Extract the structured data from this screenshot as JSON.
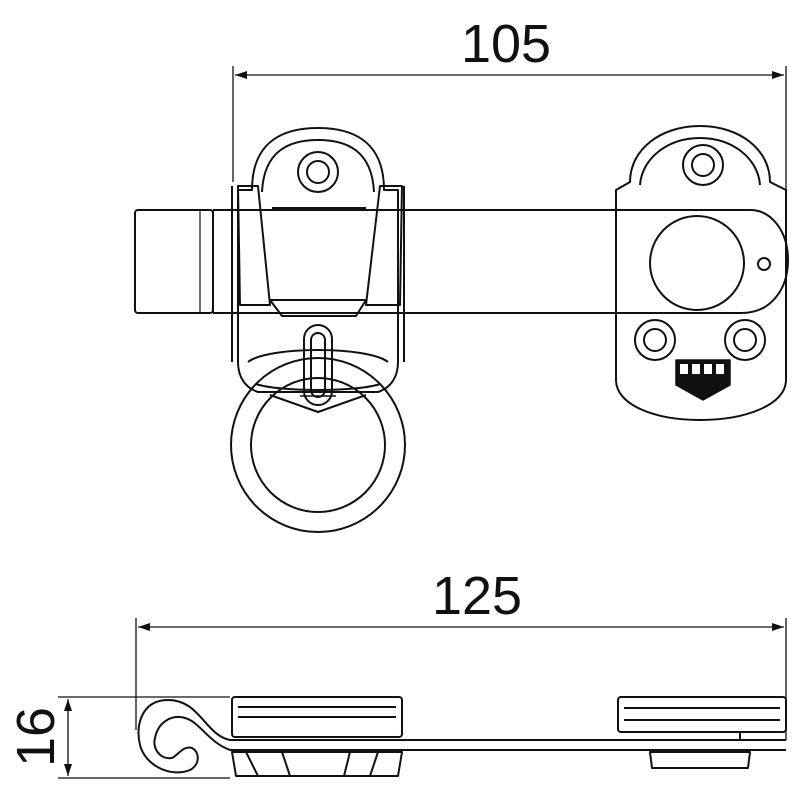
{
  "dimensions": {
    "top_width": "105",
    "bottom_width": "125",
    "side_height": "16"
  },
  "colors": {
    "line": "#111111",
    "background": "#ffffff"
  }
}
